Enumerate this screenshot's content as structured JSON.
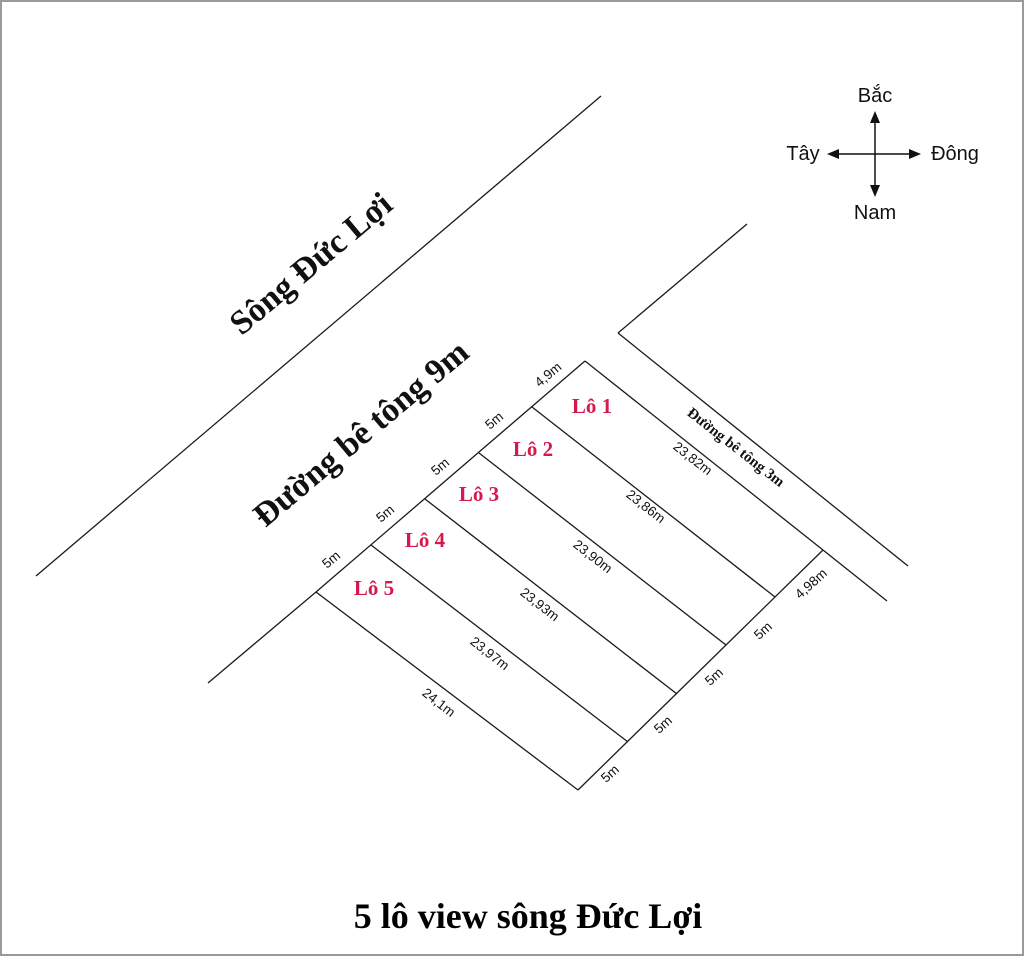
{
  "title": "5 lô view sông Đức Lợi",
  "river_label": "Sông Đức Lợi",
  "main_road_label": "Đường bê tông 9m",
  "side_road_label": "Đường bê tông 3m",
  "compass": {
    "north": "Bắc",
    "south": "Nam",
    "west": "Tây",
    "east": "Đông"
  },
  "lots": [
    {
      "label": "Lô 1",
      "front_width": "4,9m",
      "back_width": "4,98m",
      "depth": "23,82m"
    },
    {
      "label": "Lô 2",
      "front_width": "5m",
      "back_width": "5m",
      "depth": "23,86m"
    },
    {
      "label": "Lô 3",
      "front_width": "5m",
      "back_width": "5m",
      "depth": "23,90m"
    },
    {
      "label": "Lô 4",
      "front_width": "5m",
      "back_width": "5m",
      "depth": "23,93m"
    },
    {
      "label": "Lô 5",
      "front_width": "5m",
      "back_width": "5m",
      "depth": "23,97m"
    }
  ],
  "last_boundary_depth": "24,1m",
  "colors": {
    "lot_label": "#d6194b",
    "lines": "#1a1a1a",
    "border": "#9a9a9a"
  }
}
